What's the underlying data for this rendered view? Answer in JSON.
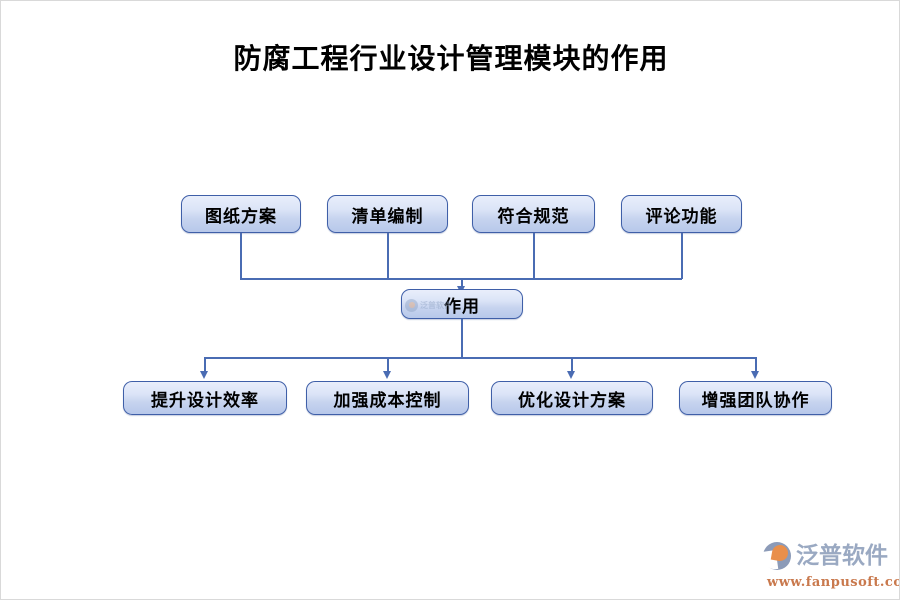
{
  "title": "防腐工程行业设计管理模块的作用",
  "colors": {
    "node_border": "#3f5fa8",
    "node_fill_top": "#e9eefb",
    "node_fill_bottom": "#b7c8ea",
    "connector": "#4a6cb3",
    "title_text": "#000000",
    "logo_name": "#9aa9c2",
    "logo_url": "#c9794d",
    "logo_accent": "#e98f4b",
    "background": "#ffffff"
  },
  "chart_data": {
    "type": "diagram",
    "title": "防腐工程行业设计管理模块的作用",
    "layout": "converge-diverge flowchart",
    "center_node": "作用",
    "inputs": [
      "图纸方案",
      "清单编制",
      "符合规范",
      "评论功能"
    ],
    "outputs": [
      "提升设计效率",
      "加强成本控制",
      "优化设计方案",
      "增强团队协作"
    ],
    "edges": [
      {
        "from": "图纸方案",
        "to": "作用"
      },
      {
        "from": "清单编制",
        "to": "作用"
      },
      {
        "from": "符合规范",
        "to": "作用"
      },
      {
        "from": "评论功能",
        "to": "作用"
      },
      {
        "from": "作用",
        "to": "提升设计效率"
      },
      {
        "from": "作用",
        "to": "加强成本控制"
      },
      {
        "from": "作用",
        "to": "优化设计方案"
      },
      {
        "from": "作用",
        "to": "增强团队协作"
      }
    ]
  },
  "top_row": [
    {
      "label": "图纸方案"
    },
    {
      "label": "清单编制"
    },
    {
      "label": "符合规范"
    },
    {
      "label": "评论功能"
    }
  ],
  "center": {
    "label": "作用"
  },
  "bottom_row": [
    {
      "label": "提升设计效率"
    },
    {
      "label": "加强成本控制"
    },
    {
      "label": "优化设计方案"
    },
    {
      "label": "增强团队协作"
    }
  ],
  "watermark": {
    "text": "泛普软件"
  },
  "brand": {
    "name": "泛普软件",
    "url": "www.fanpusoft.com"
  }
}
